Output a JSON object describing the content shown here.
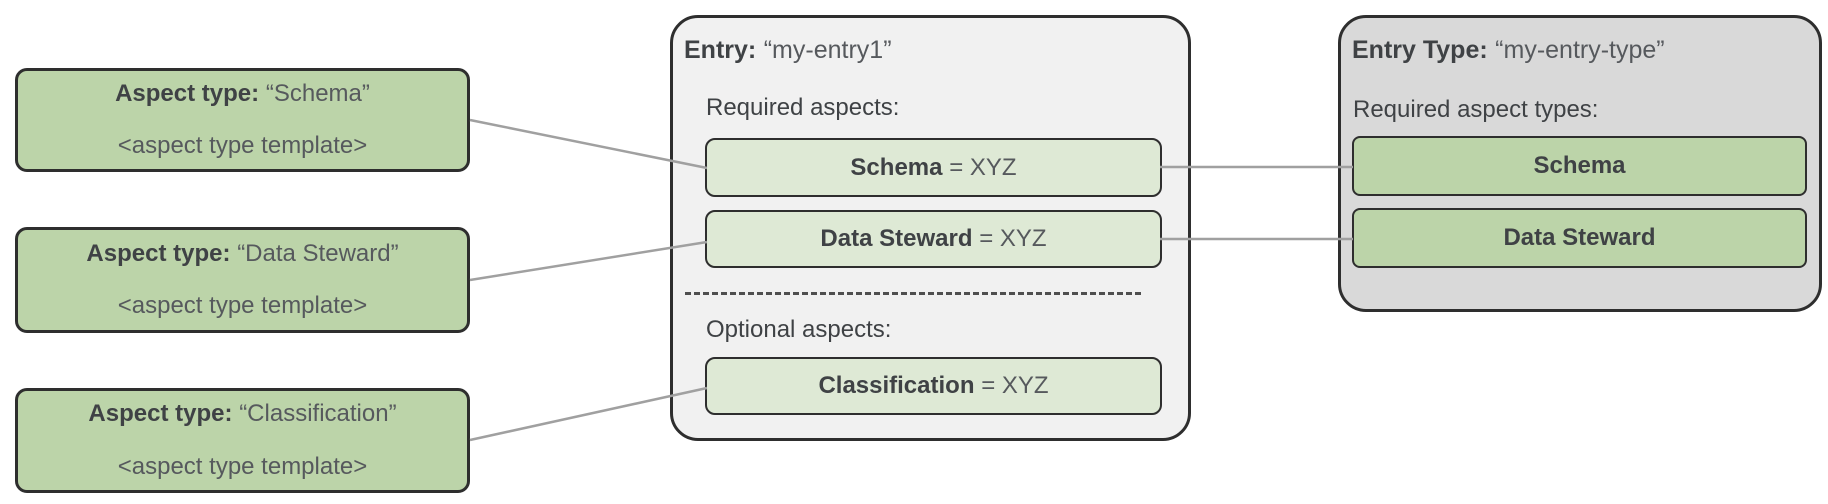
{
  "diagram": {
    "aspect_type_cards": [
      {
        "label": "Aspect type:",
        "value": "“Schema”",
        "template": "<aspect type template>"
      },
      {
        "label": "Aspect type:",
        "value": "“Data Steward”",
        "template": "<aspect type template>"
      },
      {
        "label": "Aspect type:",
        "value": "“Classification”",
        "template": "<aspect type template>"
      }
    ],
    "entry_card": {
      "label": "Entry:",
      "value": "“my-entry1”",
      "required_heading": "Required aspects:",
      "required_aspects": [
        {
          "name": "Schema",
          "assignment": "= XYZ"
        },
        {
          "name": "Data Steward",
          "assignment": "= XYZ"
        }
      ],
      "optional_heading": "Optional aspects:",
      "optional_aspects": [
        {
          "name": "Classification",
          "assignment": "= XYZ"
        }
      ]
    },
    "entry_type_card": {
      "label": "Entry Type:",
      "value": "“my-entry-type”",
      "required_heading": "Required aspect types:",
      "required_aspect_types": [
        "Schema",
        "Data Steward"
      ]
    }
  },
  "colors": {
    "green-strong": "#bcd4a9",
    "green-light": "#dee9d5",
    "panel-light": "#f1f1f1",
    "panel-dark": "#d9d9d9",
    "border-dark": "#2e2e2e",
    "connector": "#a0a0a0",
    "text-dark": "#3f4245",
    "text-soft": "#56595d"
  }
}
